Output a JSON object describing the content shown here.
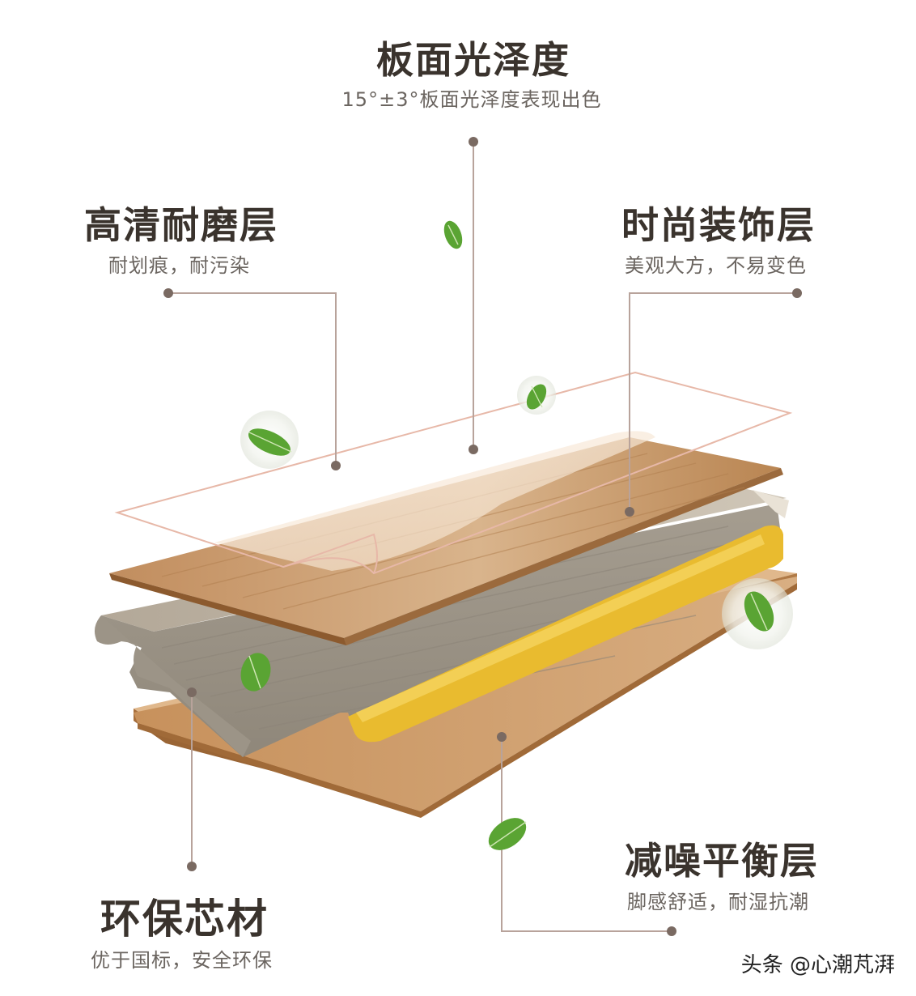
{
  "labels": {
    "top": {
      "title": "板面光泽度",
      "subtitle": "15°±3°板面光泽度表现出色"
    },
    "upper_left": {
      "title": "高清耐磨层",
      "subtitle": "耐划痕，耐污染"
    },
    "upper_right": {
      "title": "时尚装饰层",
      "subtitle": "美观大方，不易变色"
    },
    "lower_right": {
      "title": "减噪平衡层",
      "subtitle": "脚感舒适，耐湿抗潮"
    },
    "lower_left": {
      "title": "环保芯材",
      "subtitle": "优于国标，安全环保"
    }
  },
  "watermark": "头条 @心潮芃湃",
  "colors": {
    "leader_line": "#a89089",
    "dot": "#7a6a62",
    "wear_layer_outline": "#e7b8a8",
    "decor_layer": "#c9976a",
    "core": "#a39a8c",
    "moisture_layer": "#e6b832",
    "balance_layer": "#c08a56",
    "leaf": "#4f9a2d"
  }
}
